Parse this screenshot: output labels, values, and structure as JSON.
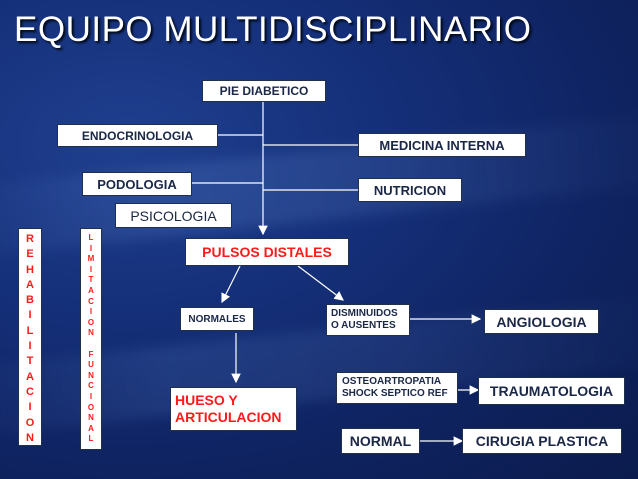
{
  "slide": {
    "title": "EQUIPO MULTIDISCIPLINARIO"
  },
  "boxes": {
    "pie_diabetico": "PIE DIABETICO",
    "endocrinologia": "ENDOCRINOLOGIA",
    "medicina_interna": "MEDICINA INTERNA",
    "podologia": "PODOLOGIA",
    "nutricion": "NUTRICION",
    "psicologia": "PSICOLOGIA",
    "pulsos_distales": "PULSOS DISTALES",
    "normales": "NORMALES",
    "disminuidos_line1": "DISMINUIDOS",
    "disminuidos_line2": "O AUSENTES",
    "angiologia": "ANGIOLOGIA",
    "hueso_line1": "HUESO Y",
    "hueso_line2": "ARTICULACION",
    "osteo_line1": "OSTEOARTROPATIA",
    "osteo_line2": "SHOCK SEPTICO REF",
    "traumatologia": "TRAUMATOLOGIA",
    "normal": "NORMAL",
    "cirugia_plastica": "CIRUGIA PLASTICA"
  },
  "vertical": {
    "rehabilitacion": [
      "R",
      "E",
      "H",
      "A",
      "B",
      "I",
      "L",
      "I",
      "T",
      "A",
      "C",
      "I",
      "O",
      "N"
    ],
    "limitacion_funcional": [
      "L",
      "I",
      "M",
      "I",
      "T",
      "A",
      "C",
      "I",
      "O",
      "N",
      "",
      "F",
      "U",
      "N",
      "C",
      "I",
      "O",
      "N",
      "A",
      "L"
    ]
  },
  "colors": {
    "red_text": "#ff1a1a",
    "box_text": "#1a2747",
    "background": "#15307a"
  }
}
